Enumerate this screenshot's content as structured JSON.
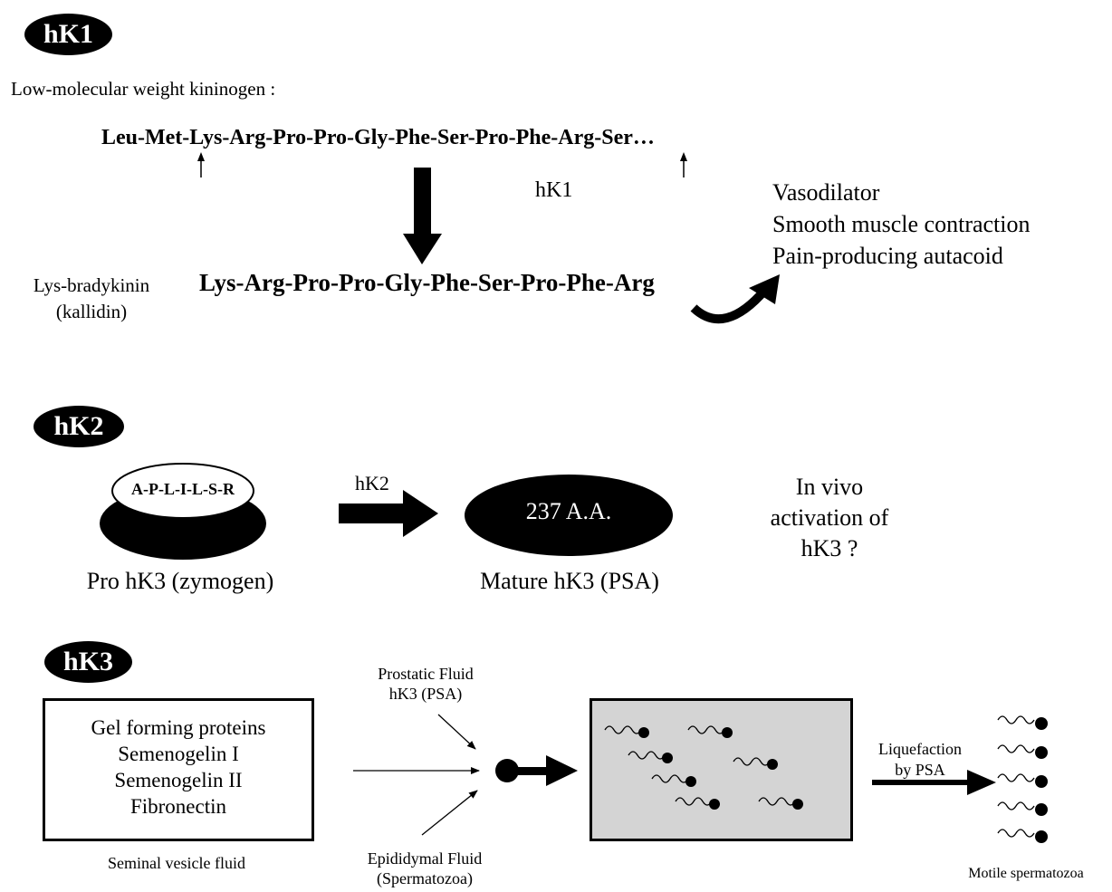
{
  "hk1": {
    "badge": "hK1",
    "substrate_label": "Low-molecular weight kininogen :",
    "substrate_seq": "Leu-Met-Lys-Arg-Pro-Pro-Gly-Phe-Ser-Pro-Phe-Arg-Ser…",
    "enzyme": "hK1",
    "product_name": "Lys-bradykinin",
    "product_alias": "(kallidin)",
    "product_seq": "Lys-Arg-Pro-Pro-Gly-Phe-Ser-Pro-Phe-Arg",
    "effects": [
      "Vasodilator",
      "Smooth muscle contraction",
      "Pain-producing autacoid"
    ]
  },
  "hk2": {
    "badge": "hK2",
    "propeptide": "A-P-L-I-L-S-R",
    "zymogen_label": "Pro hK3 (zymogen)",
    "enzyme": "hK2",
    "mature_content": "237 A.A.",
    "mature_label": "Mature hK3 (PSA)",
    "question": [
      "In vivo",
      "activation of",
      "hK3 ?"
    ]
  },
  "hk3": {
    "badge": "hK3",
    "gel_proteins": [
      "Gel forming proteins",
      "Semenogelin I",
      "Semenogelin II",
      "Fibronectin"
    ],
    "source_label": "Seminal vesicle fluid",
    "prostatic_fluid": [
      "Prostatic Fluid",
      "hK3 (PSA)"
    ],
    "epididymal_fluid": [
      "Epididymal Fluid",
      "(Spermatozoa)"
    ],
    "liquefaction": [
      "Liquefaction",
      "by PSA"
    ],
    "result_label": "Motile spermatozoa"
  },
  "colors": {
    "ink": "#000000",
    "gel_fill": "#d4d4d4",
    "background": "#ffffff"
  }
}
